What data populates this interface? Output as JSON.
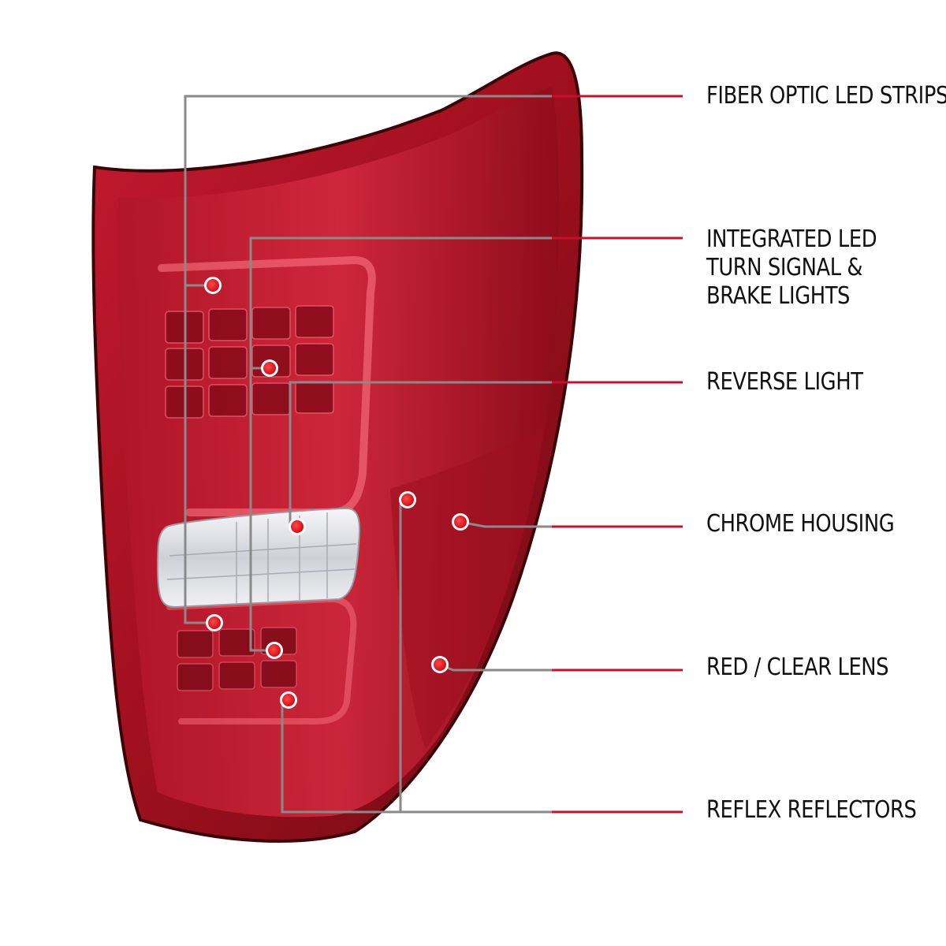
{
  "product": {
    "image_name": "tail-light-assembly",
    "lens_colors": {
      "outer": "#7a0c18",
      "mid": "#b3152a",
      "bright": "#d8253b",
      "chrome": "#e9e9ee"
    }
  },
  "colors": {
    "leader_gray": "#8a8a8a",
    "leader_red": "#c8102e",
    "callout_dot": "#e0121f",
    "text": "#111111"
  },
  "labels": [
    {
      "id": "fiber-optic",
      "lines": [
        "FIBER OPTIC LED STRIPS"
      ]
    },
    {
      "id": "integrated-led",
      "lines": [
        "INTEGRATED LED",
        "TURN SIGNAL &",
        "BRAKE LIGHTS"
      ]
    },
    {
      "id": "reverse-light",
      "lines": [
        "REVERSE LIGHT"
      ]
    },
    {
      "id": "chrome-housing",
      "lines": [
        "CHROME HOUSING"
      ]
    },
    {
      "id": "red-clear-lens",
      "lines": [
        "RED / CLEAR LENS"
      ]
    },
    {
      "id": "reflex-reflectors",
      "lines": [
        "REFLEX REFLECTORS"
      ]
    }
  ]
}
